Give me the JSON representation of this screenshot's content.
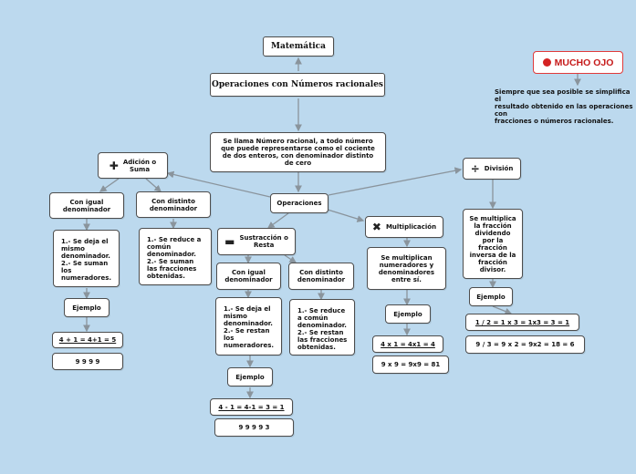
{
  "colors": {
    "background": "#bcd9ee",
    "line": "#8a949c",
    "node_border": "#4d4d4d",
    "alert": "#d42323"
  },
  "nodes": {
    "matematica": "Matemática",
    "operaciones_racionales": "Operaciones con Números racionales",
    "definicion": "Se llama Número racional, a todo número\nque puede representarse como el cociente\nde dos enteros, con denominador distinto\nde cero",
    "operaciones": "Operaciones",
    "adicion": "Adición o\nSuma",
    "sustraccion": "Sustracción o\nResta",
    "multiplicacion": "Multiplicación",
    "division": "División",
    "adicion_igual": "Con igual\ndenominador",
    "adicion_distinto": "Con distinto\ndenominador",
    "adicion_igual_regla": "1.- Se deja el\nmismo\ndenominador.\n2.- Se suman\nlos\nnumeradores.",
    "adicion_distinto_regla": "1.- Se reduce a\ncomún\ndenominador.\n2.- Se suman\nlas fracciones\nobtenidas.",
    "adicion_ejemplo": "Ejemplo",
    "adicion_ejemplo_num": "4 + 1 = 4+1 = 5",
    "adicion_ejemplo_den": "9     9         9        9",
    "resta_igual": "Con igual\ndenominador",
    "resta_distinto": "Con distinto\ndenominador",
    "resta_igual_regla": "1.- Se deja el\nmismo\ndenominador.\n2.- Se restan\nlos\nnumeradores.",
    "resta_distinto_regla": "1.- Se reduce\na común\ndenominador.\n2.- Se restan\nlas fracciones\nobtenidas.",
    "resta_ejemplo": "Ejemplo",
    "resta_ejemplo_num": "4 - 1 = 4-1 = 3 = 1",
    "resta_ejemplo_den": "9     9     9     9     3",
    "mult_regla": "Se multiplican\nnumeradores y\ndenominadores\nentre sí.",
    "mult_ejemplo": "Ejemplo",
    "mult_ejemplo_num": "4 x 1 = 4x1 = 4",
    "mult_ejemplo_den": "9 x 9 = 9x9 = 81",
    "div_regla": "Se multiplica\nla fracción\ndividendo\npor la\nfracción\ninversa de la\nfracción\ndivisor.",
    "div_ejemplo": "Ejemplo",
    "div_ejemplo_num": "1 / 2 = 1 x 3 = 1x3 = 3 = 1",
    "div_ejemplo_den": "9 / 3 = 9 x 2 = 9x2 = 18 = 6",
    "mucho_ojo": "MUCHO OJO",
    "nota": "Siempre que sea posible se simplifica el\nresultado obtenido en las operaciones con\nfracciones o números racionales."
  },
  "icons": {
    "adicion": "plus-icon",
    "sustraccion": "minus-icon",
    "multiplicacion": "times-icon",
    "division": "divide-icon",
    "alerta": "red-dot-icon"
  }
}
